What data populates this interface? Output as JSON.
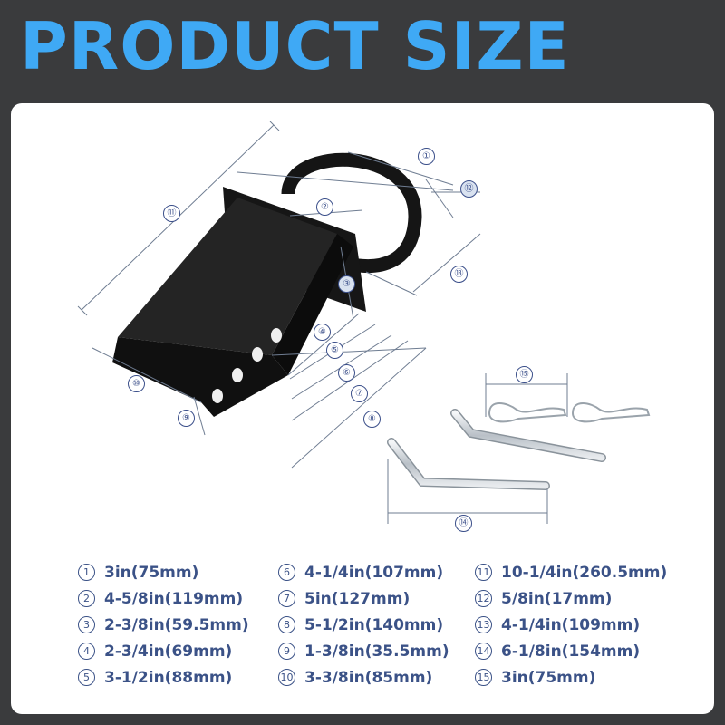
{
  "title": "PRODUCT SIZE",
  "dimension_markers": [
    "①",
    "②",
    "③",
    "④",
    "⑤",
    "⑥",
    "⑦",
    "⑧",
    "⑨",
    "⑩",
    "⑪",
    "⑫",
    "⑬",
    "⑭",
    "⑮"
  ],
  "legend": [
    {
      "num": "1",
      "text": "3in(75mm)"
    },
    {
      "num": "2",
      "text": "4-5/8in(119mm)"
    },
    {
      "num": "3",
      "text": "2-3/8in(59.5mm)"
    },
    {
      "num": "4",
      "text": "2-3/4in(69mm)"
    },
    {
      "num": "5",
      "text": "3-1/2in(88mm)"
    },
    {
      "num": "6",
      "text": "4-1/4in(107mm)"
    },
    {
      "num": "7",
      "text": "5in(127mm)"
    },
    {
      "num": "8",
      "text": "5-1/2in(140mm)"
    },
    {
      "num": "9",
      "text": "1-3/8in(35.5mm)"
    },
    {
      "num": "10",
      "text": "3-3/8in(85mm)"
    },
    {
      "num": "11",
      "text": "10-1/4in(260.5mm)"
    },
    {
      "num": "12",
      "text": "5/8in(17mm)"
    },
    {
      "num": "13",
      "text": "4-1/4in(109mm)"
    },
    {
      "num": "14",
      "text": "6-1/8in(154mm)"
    },
    {
      "num": "15",
      "text": "3in(75mm)"
    }
  ],
  "colors": {
    "accent": "#3fa9f5",
    "text": "#3b5287",
    "background": "#3a3b3d"
  }
}
